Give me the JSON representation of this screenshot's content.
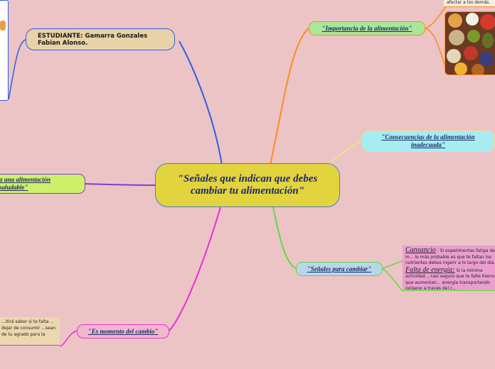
{
  "central": {
    "text": "\"Señales que indican que debes cambiar tu alimentación\""
  },
  "student": {
    "text": "ESTUDIANTE: Gamarra Gonzales Fabian Alonso."
  },
  "topics": {
    "importancia": "\"Importancia de la alimentación\"",
    "consecuencias": "\"Consecuencias de la alimentación inadecuada\"",
    "senales": "\"Señales para cambiar\"",
    "momento": "\"Es momento del cambio\"",
    "saludable": "a una alimentación saludable\""
  },
  "notes": {
    "top_right": "afectar a los demás.",
    "senales_items": [
      {
        "term": "Cansancio",
        "sep": " : ",
        "text": "Si experimentas fatiga de m... lo más probable es que te faltan los nutrientes debes ingerir a lo largo del día."
      },
      {
        "term": "Falta de energía:",
        "sep": " ",
        "text": "Si la mínima actividad... casi seguro que te falte hierro que aumentan... energía transportando oxígeno a través del c..."
      }
    ],
    "momento_note": "...itirá saber si te falta ... dejar de consumir ...sean de tu agrado para la"
  },
  "image": {
    "name": "healthy-food-bowls"
  },
  "colors": {
    "background": "#ecc4c6",
    "central_fill": "#e3d33f",
    "student_fill": "#e8d2a8",
    "importancia_fill": "#a9e79a",
    "consecuencias_fill": "#a6ecf2",
    "senales_fill": "#b9d6ea",
    "momento_fill": "#f2b7cf",
    "saludable_fill": "#cff06a"
  }
}
